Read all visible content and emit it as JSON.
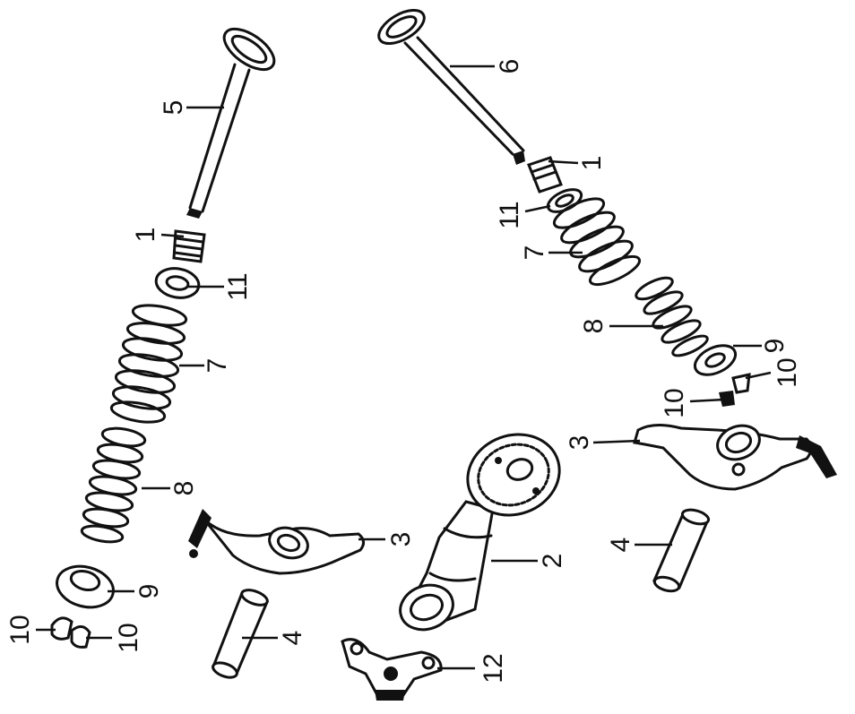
{
  "colors": {
    "ink": "#111111",
    "background": "#ffffff"
  },
  "callouts": [
    {
      "id": "c5",
      "text": "5"
    },
    {
      "id": "c1a",
      "text": "1"
    },
    {
      "id": "c11a",
      "text": "11"
    },
    {
      "id": "c7a",
      "text": "7"
    },
    {
      "id": "c8a",
      "text": "8"
    },
    {
      "id": "c9a",
      "text": "9"
    },
    {
      "id": "c10a",
      "text": "10"
    },
    {
      "id": "c10b",
      "text": "10"
    },
    {
      "id": "c3a",
      "text": "3"
    },
    {
      "id": "c4a",
      "text": "4"
    },
    {
      "id": "c2",
      "text": "2"
    },
    {
      "id": "c12",
      "text": "12"
    },
    {
      "id": "c6",
      "text": "6"
    },
    {
      "id": "c1b",
      "text": "1"
    },
    {
      "id": "c11b",
      "text": "11"
    },
    {
      "id": "c7b",
      "text": "7"
    },
    {
      "id": "c8b",
      "text": "8"
    },
    {
      "id": "c9b",
      "text": "9"
    },
    {
      "id": "c10c",
      "text": "10"
    },
    {
      "id": "c10d",
      "text": "10"
    },
    {
      "id": "c3b",
      "text": "3"
    },
    {
      "id": "c4b",
      "text": "4"
    }
  ]
}
